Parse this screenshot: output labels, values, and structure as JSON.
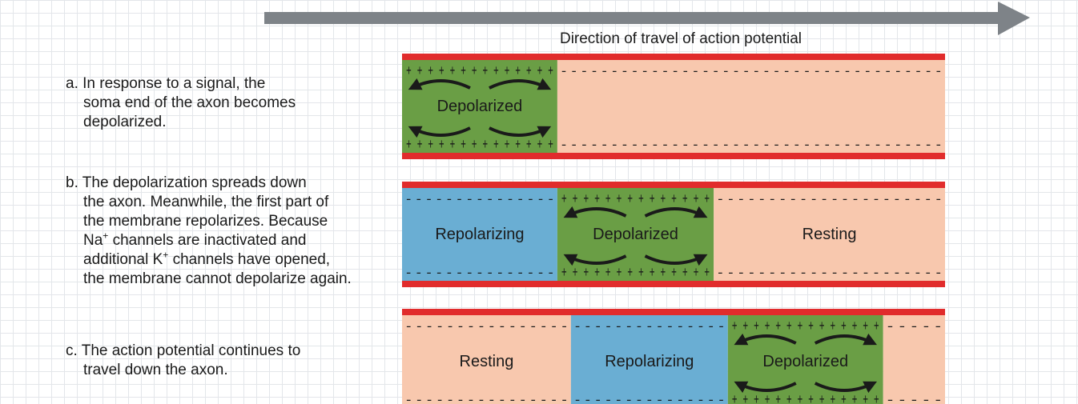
{
  "colors": {
    "arrow": "#7e8388",
    "membrane": "#e12c2c",
    "depolarized": "#6a9e45",
    "repolarizing": "#6aaed3",
    "resting": "#f8c8ae",
    "charge": "#1a1a1a"
  },
  "direction_label": "Direction of travel of action potential",
  "steps": [
    {
      "letter": "a.",
      "lines": [
        "In response to a signal, the",
        "soma end of the axon becomes",
        "depolarized."
      ],
      "segments": [
        {
          "state": "Depolarized",
          "from": 0,
          "to": 0.286,
          "charge": "plus"
        },
        {
          "state": "",
          "from": 0.286,
          "to": 1,
          "charge": "minus"
        }
      ]
    },
    {
      "letter": "b.",
      "lines_rich": [
        {
          "t": "The depolarization spreads down"
        },
        {
          "t": "the axon. Meanwhile, the first part of"
        },
        {
          "t": "the membrane repolarizes. Because"
        },
        {
          "t": "Na",
          "sup": "+",
          "rest": " channels are inactivated and"
        },
        {
          "t": "additional K",
          "sup": "+",
          "rest": " channels have opened,"
        },
        {
          "t": "the membrane cannot depolarize again."
        }
      ],
      "segments": [
        {
          "state": "Repolarizing",
          "from": 0,
          "to": 0.286,
          "charge": "minus"
        },
        {
          "state": "Depolarized",
          "from": 0.286,
          "to": 0.574,
          "charge": "plus"
        },
        {
          "state": "Resting",
          "from": 0.574,
          "to": 1,
          "charge": "minus"
        }
      ]
    },
    {
      "letter": "c.",
      "lines": [
        "The action potential continues to",
        "travel down the axon."
      ],
      "segments": [
        {
          "state": "Resting",
          "from": 0,
          "to": 0.311,
          "charge": "minus"
        },
        {
          "state": "Repolarizing",
          "from": 0.311,
          "to": 0.6,
          "charge": "minus"
        },
        {
          "state": "Depolarized",
          "from": 0.6,
          "to": 0.886,
          "charge": "plus"
        },
        {
          "state": "",
          "from": 0.886,
          "to": 1,
          "charge": "minus"
        }
      ]
    }
  ]
}
